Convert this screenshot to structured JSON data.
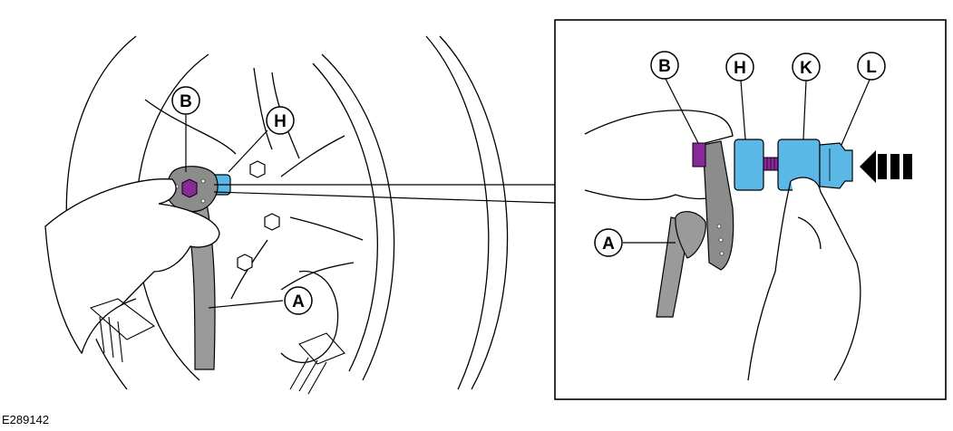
{
  "figure": {
    "reference_code": "E289142",
    "callouts_main": [
      {
        "id": "callout-b-main",
        "letter": "B"
      },
      {
        "id": "callout-h-main",
        "letter": "H"
      },
      {
        "id": "callout-a-main",
        "letter": "A"
      }
    ],
    "callouts_detail": [
      {
        "id": "callout-b-detail",
        "letter": "B"
      },
      {
        "id": "callout-h-detail",
        "letter": "H"
      },
      {
        "id": "callout-k-detail",
        "letter": "K"
      },
      {
        "id": "callout-l-detail",
        "letter": "L"
      },
      {
        "id": "callout-a-detail",
        "letter": "A"
      }
    ]
  },
  "colors": {
    "tool_blue": "#5bb8e6",
    "bolt_purple": "#8a2a9a",
    "strap_gray": "#9a9a9a",
    "flange_gray": "#8c8c8c",
    "line": "#000000"
  },
  "icons": [
    "push-direction-arrow-icon",
    "hex-bolt-icon"
  ]
}
